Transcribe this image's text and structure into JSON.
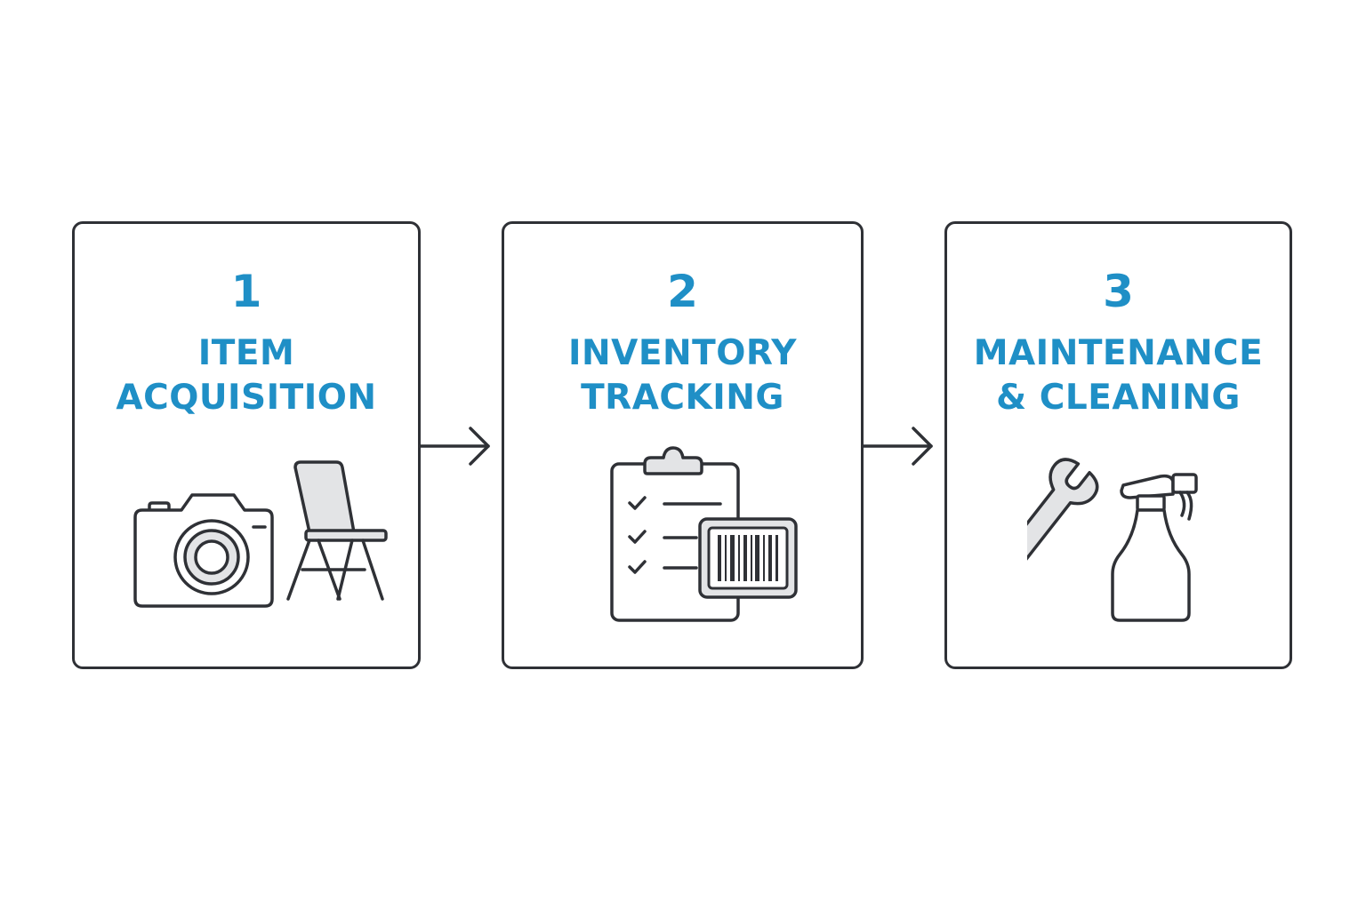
{
  "colors": {
    "accent": "#1f8fc6",
    "stroke": "#2f3136",
    "fill": "#e3e4e6"
  },
  "steps": [
    {
      "number": "1",
      "title_lines": [
        "ITEM",
        "ACQUISITION"
      ],
      "icons": [
        "camera-icon",
        "folding-chair-icon"
      ]
    },
    {
      "number": "2",
      "title_lines": [
        "INVENTORY",
        "TRACKING"
      ],
      "icons": [
        "clipboard-checklist-icon",
        "barcode-icon"
      ]
    },
    {
      "number": "3",
      "title_lines": [
        "MAINTENANCE",
        "& CLEANING"
      ],
      "icons": [
        "wrench-icon",
        "spray-bottle-icon"
      ]
    }
  ],
  "connectors": [
    "arrow-right-icon",
    "arrow-right-icon"
  ]
}
